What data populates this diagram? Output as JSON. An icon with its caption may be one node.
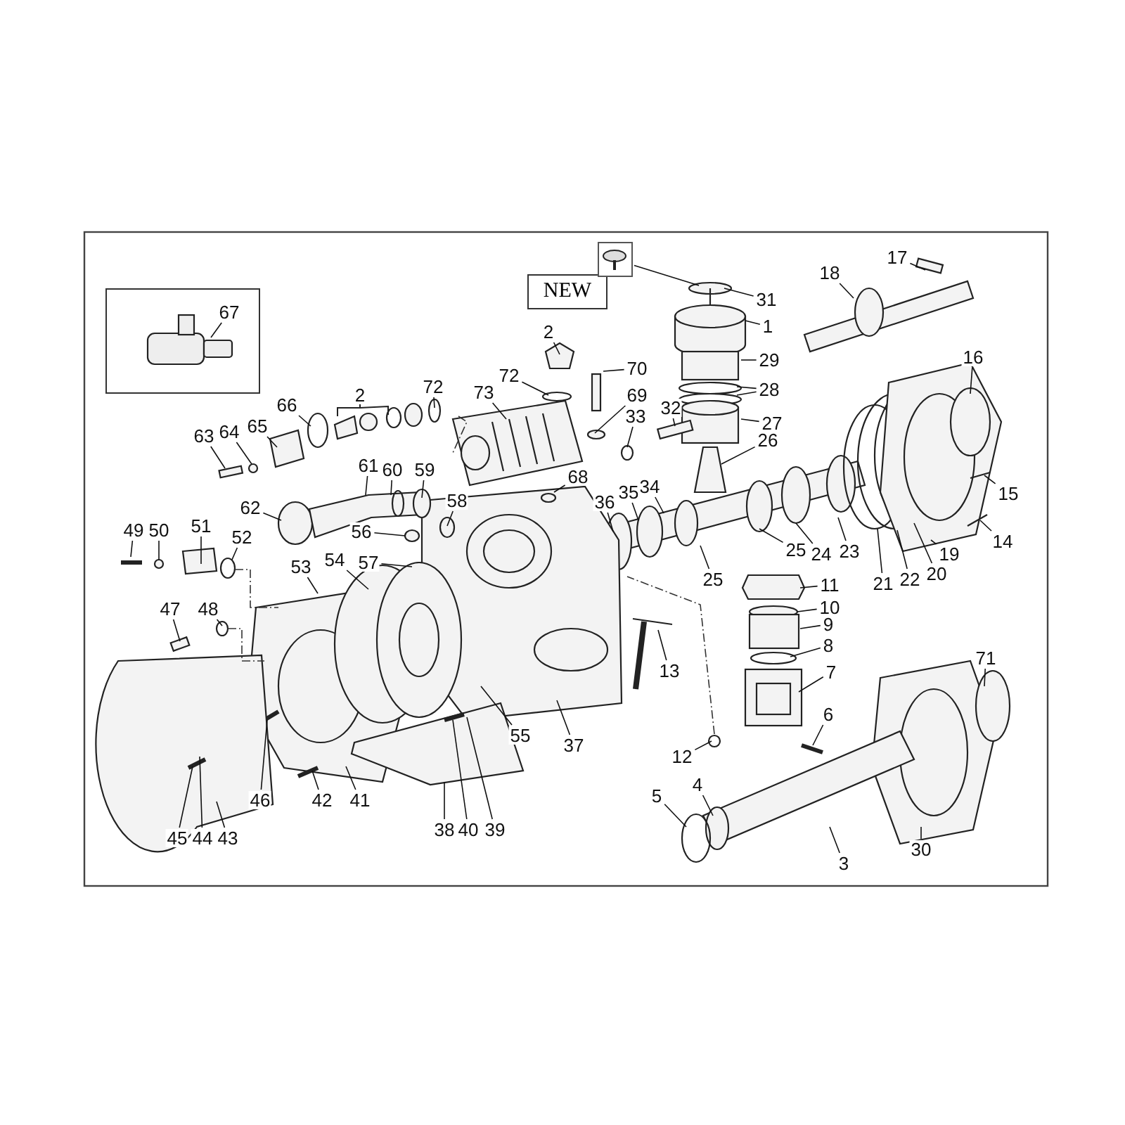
{
  "diagram": {
    "nodes": [
      {
        "text": [],
        "shape": "box"
      },
      {
        "text": [
          "67"
        ],
        "in": 0
      },
      {
        "text": [
          "NEW"
        ]
      },
      {
        "text": [],
        "shape": "picture"
      },
      {
        "text": [
          "31"
        ]
      },
      {
        "text": [
          "1"
        ]
      },
      {
        "text": [
          "17"
        ]
      },
      {
        "text": [
          "18"
        ]
      },
      {
        "text": [
          "2"
        ]
      },
      {
        "text": [
          "29"
        ]
      },
      {
        "text": [
          "16"
        ]
      },
      {
        "text": [
          "28"
        ]
      },
      {
        "text": [
          "72"
        ]
      },
      {
        "text": [
          "73"
        ]
      },
      {
        "text": [
          "72"
        ]
      },
      {
        "text": [
          "70"
        ]
      },
      {
        "text": [
          "69"
        ]
      },
      {
        "text": [
          "33"
        ]
      },
      {
        "text": [
          "32"
        ]
      },
      {
        "text": [
          "27"
        ]
      },
      {
        "text": [
          "63"
        ]
      },
      {
        "text": [
          "64"
        ]
      },
      {
        "text": [
          "65"
        ]
      },
      {
        "text": [
          "66"
        ]
      },
      {
        "text": [
          "26"
        ]
      },
      {
        "text": [
          "61"
        ]
      },
      {
        "text": [
          "60"
        ]
      },
      {
        "text": [
          "59"
        ]
      },
      {
        "text": [
          "68"
        ]
      },
      {
        "text": [
          "36"
        ]
      },
      {
        "text": [
          "35"
        ]
      },
      {
        "text": [
          "34"
        ]
      },
      {
        "text": [
          "62"
        ]
      },
      {
        "text": [
          "58"
        ]
      },
      {
        "text": [
          "15"
        ]
      },
      {
        "text": [
          "14"
        ]
      },
      {
        "text": [
          "49"
        ]
      },
      {
        "text": [
          "50"
        ]
      },
      {
        "text": [
          "51"
        ]
      },
      {
        "text": [
          "52"
        ]
      },
      {
        "text": [
          "56"
        ]
      },
      {
        "text": [
          "57"
        ]
      },
      {
        "text": [
          "25"
        ]
      },
      {
        "text": [
          "24"
        ]
      },
      {
        "text": [
          "23"
        ]
      },
      {
        "text": [
          "19"
        ]
      },
      {
        "text": [
          "53"
        ]
      },
      {
        "text": [
          "54"
        ]
      },
      {
        "text": [
          "25"
        ]
      },
      {
        "text": [
          "21"
        ]
      },
      {
        "text": [
          "22"
        ]
      },
      {
        "text": [
          "20"
        ]
      },
      {
        "text": [
          "11"
        ]
      },
      {
        "text": [
          "10"
        ]
      },
      {
        "text": [
          "47"
        ]
      },
      {
        "text": [
          "48"
        ]
      },
      {
        "text": [
          "9"
        ]
      },
      {
        "text": [
          "13"
        ]
      },
      {
        "text": [
          "8"
        ]
      },
      {
        "text": [
          "7"
        ]
      },
      {
        "text": [
          "71"
        ]
      },
      {
        "text": [
          "55"
        ]
      },
      {
        "text": [
          "37"
        ]
      },
      {
        "text": [
          "6"
        ]
      },
      {
        "text": [
          "12"
        ]
      },
      {
        "text": [
          "46"
        ]
      },
      {
        "text": [
          "42"
        ]
      },
      {
        "text": [
          "41"
        ]
      },
      {
        "text": [
          "5"
        ]
      },
      {
        "text": [
          "4"
        ]
      },
      {
        "text": [
          "38"
        ]
      },
      {
        "text": [
          "40"
        ]
      },
      {
        "text": [
          "39"
        ]
      },
      {
        "text": [
          "45"
        ]
      },
      {
        "text": [
          "44"
        ]
      },
      {
        "text": [
          "43"
        ]
      },
      {
        "text": [
          "3"
        ]
      },
      {
        "text": [
          "30"
        ]
      }
    ],
    "edges": [
      {
        "from": 1,
        "to": null,
        "arrow": "none"
      },
      {
        "from": 3,
        "to": null,
        "arrow": "none"
      },
      {
        "from": 4,
        "to": null,
        "arrow": "none"
      },
      {
        "from": 5,
        "to": null,
        "arrow": "none"
      },
      {
        "from": 6,
        "to": null,
        "arrow": "none"
      },
      {
        "from": 7,
        "to": null,
        "arrow": "none"
      },
      {
        "from": 8,
        "to": null,
        "arrow": "none"
      },
      {
        "from": 9,
        "to": null,
        "arrow": "none"
      },
      {
        "from": 10,
        "to": null,
        "arrow": "none"
      },
      {
        "from": 11,
        "to": null,
        "arrow": "none"
      },
      {
        "from": 11,
        "to": null,
        "arrow": "none"
      },
      {
        "from": 12,
        "to": null,
        "arrow": "none"
      },
      {
        "from": 13,
        "to": null,
        "arrow": "none"
      },
      {
        "from": 14,
        "to": null,
        "arrow": "none"
      },
      {
        "from": 15,
        "to": null,
        "arrow": "none"
      },
      {
        "from": 16,
        "to": null,
        "arrow": "none"
      },
      {
        "from": 17,
        "to": null,
        "arrow": "none"
      },
      {
        "from": 18,
        "to": null,
        "arrow": "none"
      },
      {
        "from": 19,
        "to": null,
        "arrow": "none"
      },
      {
        "from": 20,
        "to": null,
        "arrow": "none"
      },
      {
        "from": 21,
        "to": null,
        "arrow": "none"
      },
      {
        "from": 22,
        "to": null,
        "arrow": "none"
      },
      {
        "from": 23,
        "to": null,
        "arrow": "none"
      },
      {
        "from": 24,
        "to": null,
        "arrow": "none"
      },
      {
        "from": 25,
        "to": null,
        "arrow": "none"
      },
      {
        "from": 26,
        "to": null,
        "arrow": "none"
      },
      {
        "from": 27,
        "to": null,
        "arrow": "none"
      },
      {
        "from": 28,
        "to": null,
        "arrow": "none"
      },
      {
        "from": 29,
        "to": null,
        "arrow": "none"
      },
      {
        "from": 30,
        "to": null,
        "arrow": "none"
      },
      {
        "from": 31,
        "to": null,
        "arrow": "none"
      },
      {
        "from": 32,
        "to": null,
        "arrow": "none"
      },
      {
        "from": 33,
        "to": null,
        "arrow": "none"
      },
      {
        "from": 34,
        "to": null,
        "arrow": "none"
      },
      {
        "from": 35,
        "to": null,
        "arrow": "none"
      },
      {
        "from": 36,
        "to": null,
        "arrow": "none"
      },
      {
        "from": 37,
        "to": null,
        "arrow": "none"
      },
      {
        "from": 38,
        "to": null,
        "arrow": "none"
      },
      {
        "from": 39,
        "to": null,
        "arrow": "none"
      },
      {
        "from": 40,
        "to": null,
        "arrow": "none"
      },
      {
        "from": 41,
        "to": null,
        "arrow": "none"
      },
      {
        "from": 42,
        "to": null,
        "arrow": "none"
      },
      {
        "from": 43,
        "to": null,
        "arrow": "none"
      },
      {
        "from": 44,
        "to": null,
        "arrow": "none"
      },
      {
        "from": 45,
        "to": null,
        "arrow": "none"
      },
      {
        "from": 46,
        "to": null,
        "arrow": "none"
      },
      {
        "from": 47,
        "to": null,
        "arrow": "none"
      },
      {
        "from": 48,
        "to": null,
        "arrow": "none"
      },
      {
        "from": 49,
        "to": null,
        "arrow": "none"
      },
      {
        "from": 50,
        "to": null,
        "arrow": "none"
      },
      {
        "from": 51,
        "to": null,
        "arrow": "none"
      },
      {
        "from": 52,
        "to": null,
        "arrow": "none"
      },
      {
        "from": 53,
        "to": null,
        "arrow": "none"
      },
      {
        "from": 54,
        "to": null,
        "arrow": "none"
      },
      {
        "from": 55,
        "to": null,
        "arrow": "none"
      },
      {
        "from": 56,
        "to": null,
        "arrow": "none"
      },
      {
        "from": 57,
        "to": null,
        "arrow": "none"
      },
      {
        "from": 58,
        "to": null,
        "arrow": "none"
      },
      {
        "from": 59,
        "to": null,
        "arrow": "none"
      },
      {
        "from": 60,
        "to": null,
        "arrow": "none"
      },
      {
        "from": 61,
        "to": null,
        "arrow": "none"
      },
      {
        "from": 62,
        "to": null,
        "arrow": "none"
      },
      {
        "from": 63,
        "to": null,
        "arrow": "none"
      },
      {
        "from": 64,
        "to": null,
        "arrow": "none"
      },
      {
        "from": 65,
        "to": null,
        "arrow": "none"
      },
      {
        "from": 66,
        "to": null,
        "arrow": "none"
      },
      {
        "from": 67,
        "to": null,
        "arrow": "none"
      },
      {
        "from": 68,
        "to": null,
        "arrow": "none"
      },
      {
        "from": 69,
        "to": null,
        "arrow": "none"
      },
      {
        "from": 70,
        "to": null,
        "arrow": "none"
      },
      {
        "from": 71,
        "to": null,
        "arrow": "none"
      },
      {
        "from": 72,
        "to": null,
        "arrow": "none"
      },
      {
        "from": 73,
        "to": null,
        "arrow": "none"
      },
      {
        "from": 74,
        "to": null,
        "arrow": "none"
      },
      {
        "from": 75,
        "to": null,
        "arrow": "none"
      },
      {
        "from": 76,
        "to": null,
        "arrow": "none"
      },
      {
        "from": 77,
        "to": null,
        "arrow": "none"
      }
    ],
    "labels": [
      "2"
    ]
  }
}
